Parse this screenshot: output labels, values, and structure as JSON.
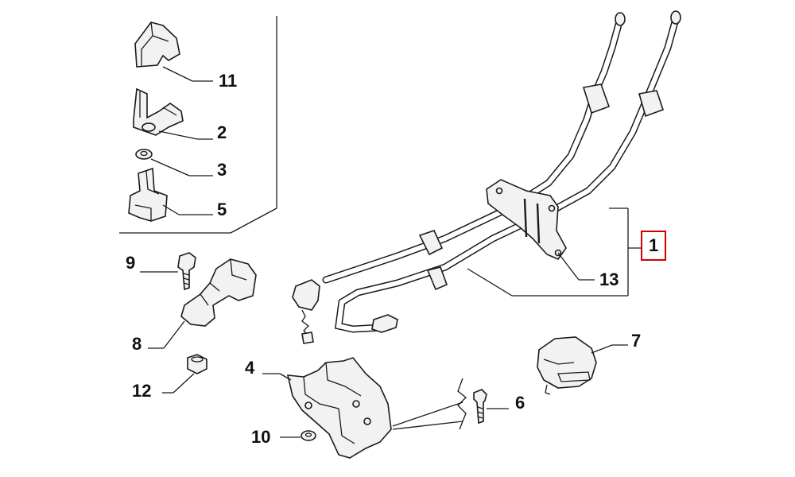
{
  "callouts": {
    "c11": "11",
    "c2": "2",
    "c3": "3",
    "c5": "5",
    "c1": "1",
    "c13": "13",
    "c9": "9",
    "c8": "8",
    "c12": "12",
    "c4": "4",
    "c10": "10",
    "c6": "6",
    "c7": "7"
  },
  "colors": {
    "highlight_box": "#d00000",
    "line": "#1a1a1a"
  }
}
